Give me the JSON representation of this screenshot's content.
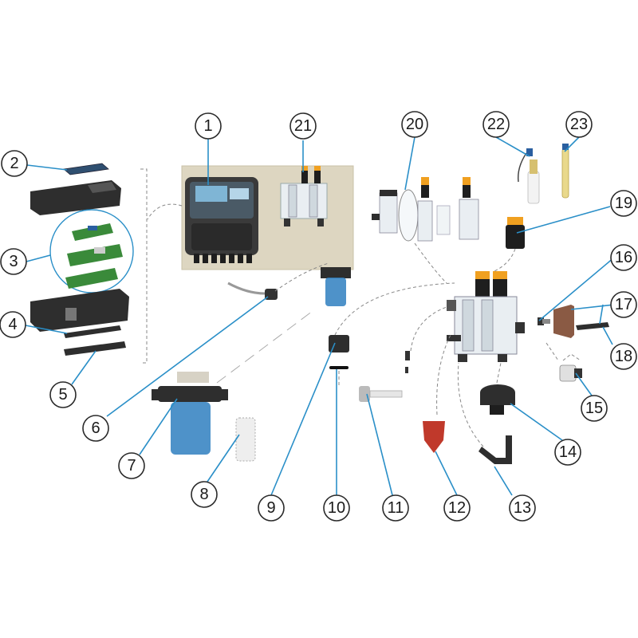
{
  "diagram": {
    "callouts": [
      {
        "id": "1",
        "label": "1"
      },
      {
        "id": "2",
        "label": "2"
      },
      {
        "id": "3",
        "label": "3"
      },
      {
        "id": "4",
        "label": "4"
      },
      {
        "id": "5",
        "label": "5"
      },
      {
        "id": "6",
        "label": "6"
      },
      {
        "id": "7",
        "label": "7"
      },
      {
        "id": "8",
        "label": "8"
      },
      {
        "id": "9",
        "label": "9"
      },
      {
        "id": "10",
        "label": "10"
      },
      {
        "id": "11",
        "label": "11"
      },
      {
        "id": "12",
        "label": "12"
      },
      {
        "id": "13",
        "label": "13"
      },
      {
        "id": "14",
        "label": "14"
      },
      {
        "id": "15",
        "label": "15"
      },
      {
        "id": "16",
        "label": "16"
      },
      {
        "id": "17",
        "label": "17"
      },
      {
        "id": "18",
        "label": "18"
      },
      {
        "id": "19",
        "label": "19"
      },
      {
        "id": "20",
        "label": "20"
      },
      {
        "id": "21",
        "label": "21"
      },
      {
        "id": "22",
        "label": "22"
      },
      {
        "id": "23",
        "label": "23"
      }
    ],
    "colors": {
      "leader": "#2a8fc8",
      "board": "#ddd6c1",
      "housing": "#2e2e2e",
      "pcb": "#3a8a3a",
      "filter_bowl": "#2f7fc0",
      "red_part": "#c0392b",
      "cap_orange": "#f0a020"
    }
  }
}
